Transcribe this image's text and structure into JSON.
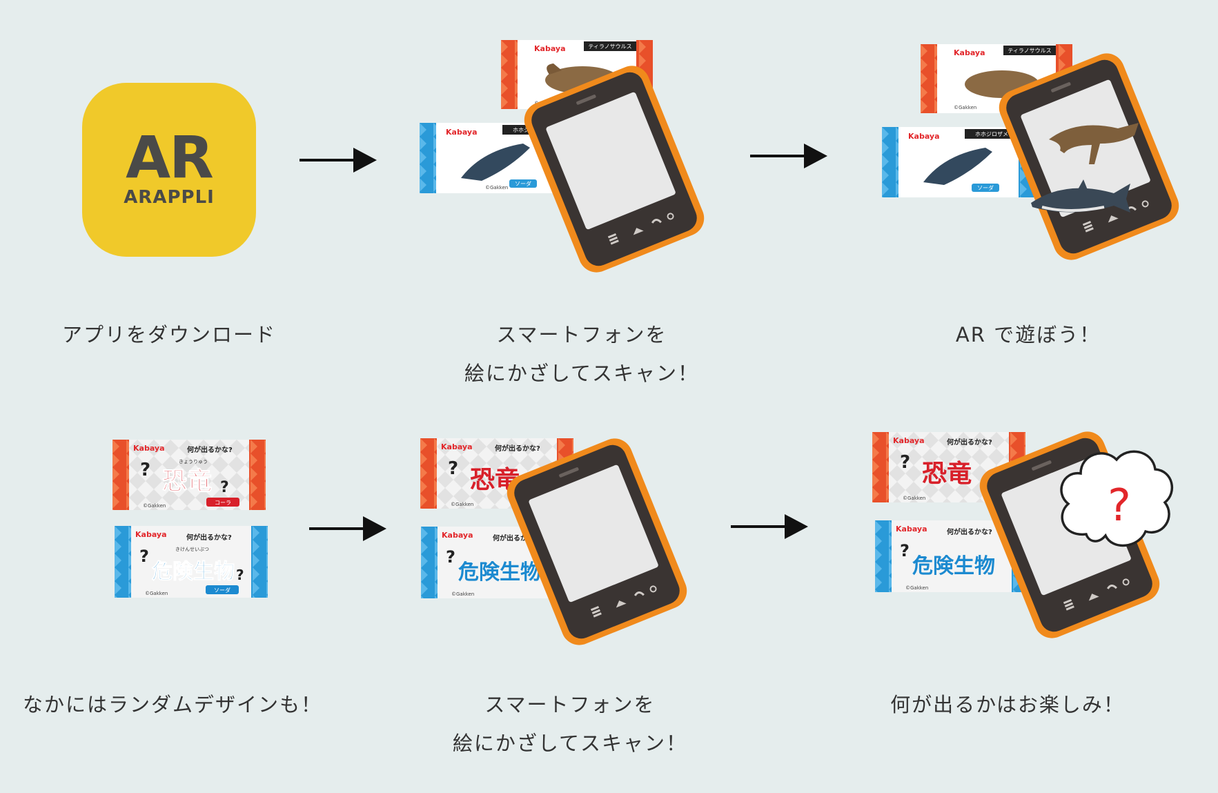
{
  "app_icon": {
    "logo": "AR",
    "logo_sub": "ARAPPLI",
    "color": "#f0c92a"
  },
  "brand": "Kabaya",
  "credit": "©Gakken",
  "packs": {
    "trex": {
      "name": "ティラノサウルス"
    },
    "shark": {
      "name": "ホホジロザメ",
      "flavor": "ソーダ"
    },
    "dino_random": {
      "tagline": "何が出るかな?",
      "furigana": "きょうりゅう",
      "title": "恐竜",
      "flavor": "コーラ"
    },
    "danger_random": {
      "tagline": "何が出るかな?",
      "furigana": "きけんせいぶつ",
      "title": "危険生物",
      "flavor": "ソーダ"
    }
  },
  "steps": {
    "s1": {
      "caption": "アプリをダウンロード"
    },
    "s2": {
      "line1": "スマートフォンを",
      "line2": "絵にかざしてスキャン！"
    },
    "s3": {
      "caption": "AR で遊ぼう！"
    },
    "s4": {
      "caption": "なかにはランダムデザインも！"
    },
    "s5": {
      "line1": "スマートフォンを",
      "line2": "絵にかざしてスキャン！"
    },
    "s6": {
      "caption": "何が出るかはお楽しみ！"
    }
  },
  "bubble": {
    "symbol": "?"
  },
  "colors": {
    "phone_orange": "#f08a1c",
    "pack_red": "#e8502a",
    "pack_blue": "#2a9ad8",
    "bubble_q": "#e2262a"
  }
}
